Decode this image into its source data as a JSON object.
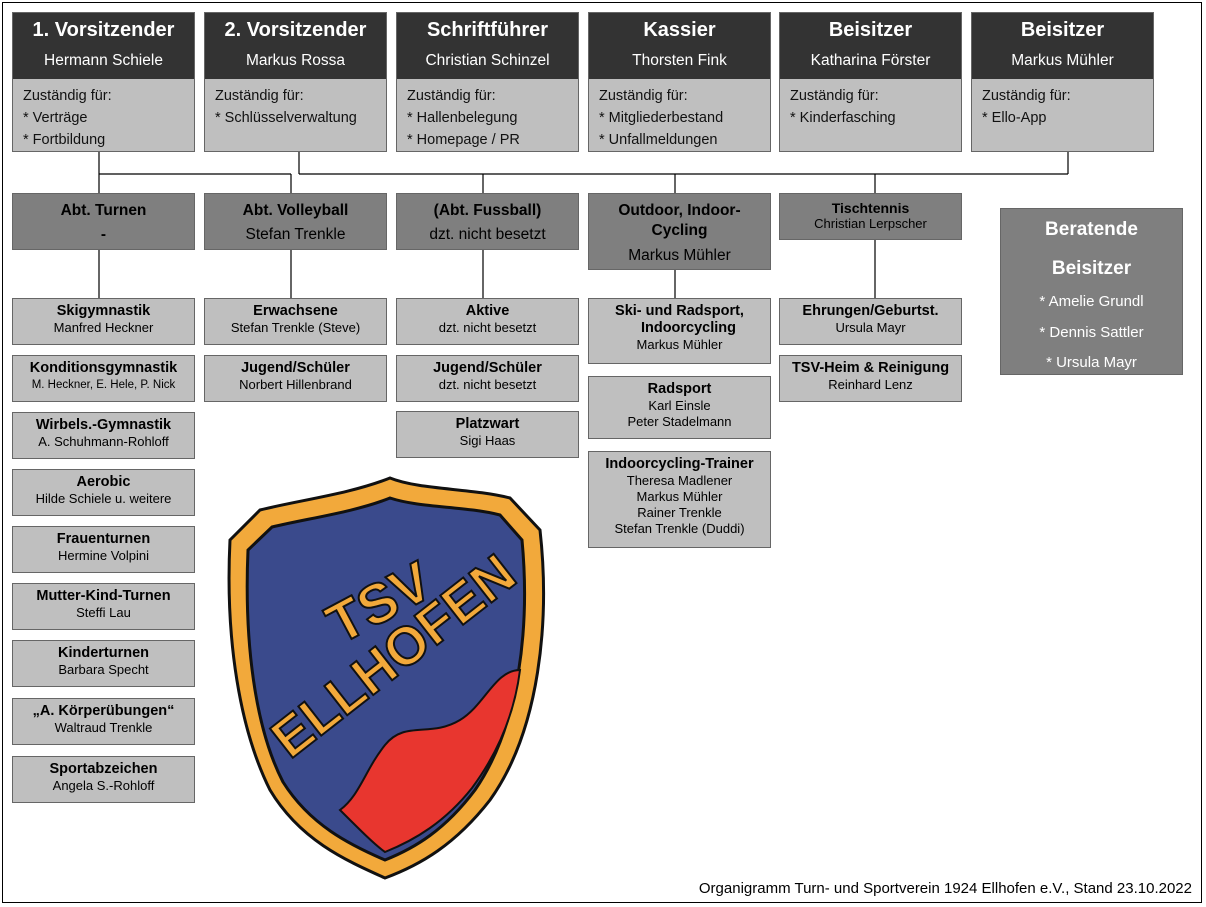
{
  "officers": [
    {
      "title": "1. Vorsitzender",
      "name": "Hermann Schiele",
      "resp_label": "Zuständig für:",
      "resp": [
        "* Verträge",
        "* Fortbildung"
      ]
    },
    {
      "title": "2. Vorsitzender",
      "name": "Markus Rossa",
      "resp_label": "Zuständig für:",
      "resp": [
        "* Schlüsselverwaltung"
      ]
    },
    {
      "title": "Schriftführer",
      "name": "Christian Schinzel",
      "resp_label": "Zuständig für:",
      "resp": [
        "* Hallenbelegung",
        "* Homepage / PR"
      ]
    },
    {
      "title": "Kassier",
      "name": "Thorsten Fink",
      "resp_label": "Zuständig für:",
      "resp": [
        "* Mitgliederbestand",
        "* Unfallmeldungen"
      ]
    },
    {
      "title": "Beisitzer",
      "name": "Katharina Förster",
      "resp_label": "Zuständig für:",
      "resp": [
        "* Kinderfasching"
      ]
    },
    {
      "title": "Beisitzer",
      "name": "Markus Mühler",
      "resp_label": "Zuständig für:",
      "resp": [
        "* Ello-App"
      ]
    }
  ],
  "departments": [
    {
      "title": "Abt. Turnen",
      "name": "-"
    },
    {
      "title": "Abt. Volleyball",
      "name": "Stefan Trenkle"
    },
    {
      "title": "(Abt. Fussball)",
      "name": "dzt. nicht besetzt"
    },
    {
      "title_lines": [
        "Outdoor, Indoor-",
        "Cycling"
      ],
      "name": "Markus Mühler"
    },
    {
      "title": "Tischtennis",
      "name": "Christian Lerpscher"
    }
  ],
  "turnen_groups": [
    {
      "title": "Skigymnastik",
      "name": "Manfred Heckner"
    },
    {
      "title": "Konditionsgymnastik",
      "name": "M. Heckner, E. Hele, P. Nick"
    },
    {
      "title": "Wirbels.-Gymnastik",
      "name": "A. Schuhmann-Rohloff"
    },
    {
      "title": "Aerobic",
      "name": "Hilde Schiele u. weitere"
    },
    {
      "title": "Frauenturnen",
      "name": "Hermine Volpini"
    },
    {
      "title": "Mutter-Kind-Turnen",
      "name": "Steffi Lau"
    },
    {
      "title": "Kinderturnen",
      "name": "Barbara Specht"
    },
    {
      "title": "„A. Körperübungen“",
      "name": "Waltraud Trenkle"
    },
    {
      "title": "Sportabzeichen",
      "name": "Angela S.-Rohloff"
    }
  ],
  "volleyball_groups": [
    {
      "title": "Erwachsene",
      "name": "Stefan Trenkle (Steve)"
    },
    {
      "title": "Jugend/Schüler",
      "name": "Norbert Hillenbrand"
    }
  ],
  "fussball_groups": [
    {
      "title": "Aktive",
      "name": "dzt. nicht besetzt"
    },
    {
      "title": "Jugend/Schüler",
      "name": "dzt. nicht besetzt"
    },
    {
      "title": "Platzwart",
      "name": "Sigi Haas"
    }
  ],
  "cycling_groups": [
    {
      "title_lines": [
        "Ski- und Radsport,",
        "Indoorcycling"
      ],
      "names": [
        "Markus Mühler"
      ]
    },
    {
      "title": "Radsport",
      "names": [
        "Karl Einsle",
        "Peter Stadelmann"
      ]
    },
    {
      "title": "Indoorcycling-Trainer",
      "names": [
        "Theresa Madlener",
        "Markus Mühler",
        "Rainer Trenkle",
        "Stefan Trenkle (Duddi)"
      ]
    }
  ],
  "tischtennis_groups": [
    {
      "title": "Ehrungen/Geburtst.",
      "name": "Ursula Mayr"
    },
    {
      "title": "TSV-Heim & Reinigung",
      "name": "Reinhard Lenz"
    }
  ],
  "advisors": {
    "title_lines": [
      "Beratende",
      "Beisitzer"
    ],
    "members": [
      "* Amelie Grundl",
      "* Dennis Sattler",
      "* Ursula Mayr"
    ]
  },
  "crest": {
    "line1": "TSV",
    "line2": "ELLHOFEN",
    "colors": {
      "shield": "#3a4a8c",
      "border": "#f2a93b",
      "wave": "#e8362f",
      "text": "#f2a93b"
    }
  },
  "footer": "Organigramm Turn- und Sportverein 1924 Ellhofen e.V., Stand 23.10.2022"
}
